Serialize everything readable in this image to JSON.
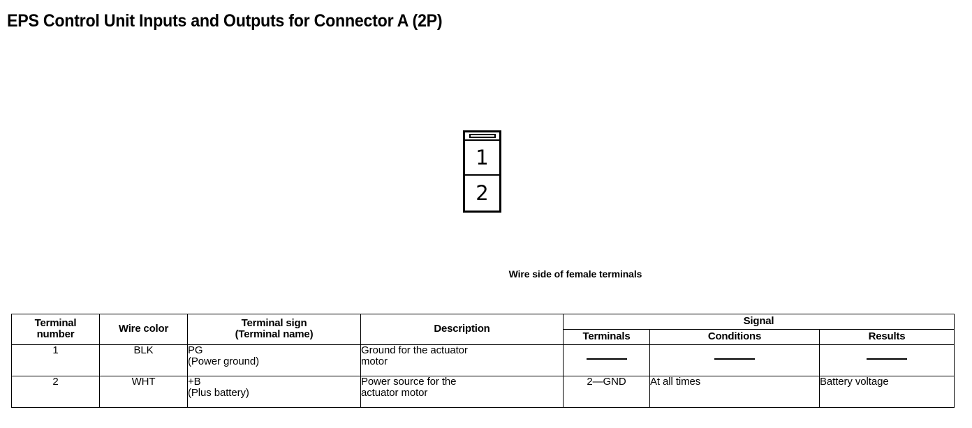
{
  "page_title": "EPS Control Unit Inputs and Outputs for Connector A (2P)",
  "connector": {
    "name": "connector-a-2p",
    "pins": [
      {
        "label": "1"
      },
      {
        "label": "2"
      }
    ],
    "caption": "Wire side of female terminals"
  },
  "table": {
    "headers": {
      "terminal_number_l1": "Terminal",
      "terminal_number_l2": "number",
      "wire_color": "Wire color",
      "terminal_sign_l1": "Terminal sign",
      "terminal_sign_l2": "(Terminal name)",
      "description": "Description",
      "signal": "Signal",
      "signal_terminals": "Terminals",
      "signal_conditions": "Conditions",
      "signal_results": "Results"
    },
    "rows": [
      {
        "terminal_number": "1",
        "wire_color": "BLK",
        "terminal_sign": "PG",
        "terminal_name": "(Power ground)",
        "description_l1": "Ground for the actuator",
        "description_l2": "motor",
        "signal_terminals": "",
        "signal_conditions": "",
        "signal_results": ""
      },
      {
        "terminal_number": "2",
        "wire_color": "WHT",
        "terminal_sign": "+B",
        "terminal_name": "(Plus battery)",
        "description_l1": "Power source for the",
        "description_l2": "actuator motor",
        "signal_terminals": "2—GND",
        "signal_conditions": "At all times",
        "signal_results": "Battery voltage"
      }
    ]
  },
  "colors": {
    "ink": "#000000",
    "paper": "#ffffff"
  }
}
